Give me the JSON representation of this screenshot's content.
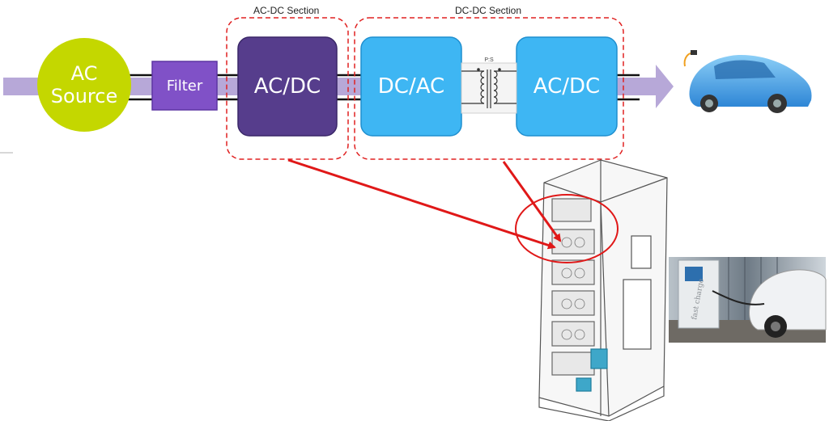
{
  "diagram": {
    "source": {
      "line1": "AC",
      "line2": "Source",
      "color": "#c4d700"
    },
    "filter": {
      "label": "Filter",
      "color": "#8051c7"
    },
    "ac_dc_section": {
      "title": "AC-DC Section",
      "block_label": "AC/DC",
      "block_color": "#563d8c"
    },
    "dc_dc_section": {
      "title": "DC-DC Section",
      "dc_ac_label": "DC/AC",
      "ac_dc_label": "AC/DC",
      "block_color": "#3eb6f3",
      "transformer_label": "P:S"
    },
    "colors": {
      "flow_arrow": "#b7a8d8",
      "dashed_border": "#e02020",
      "callout_arrow": "#e01818",
      "bus_line": "#111111"
    },
    "images": {
      "vehicle_icon": "blue-electric-car",
      "charger_cabinet": "charging-cabinet-drawing",
      "charging_photo": "fast-charger-photo"
    }
  }
}
